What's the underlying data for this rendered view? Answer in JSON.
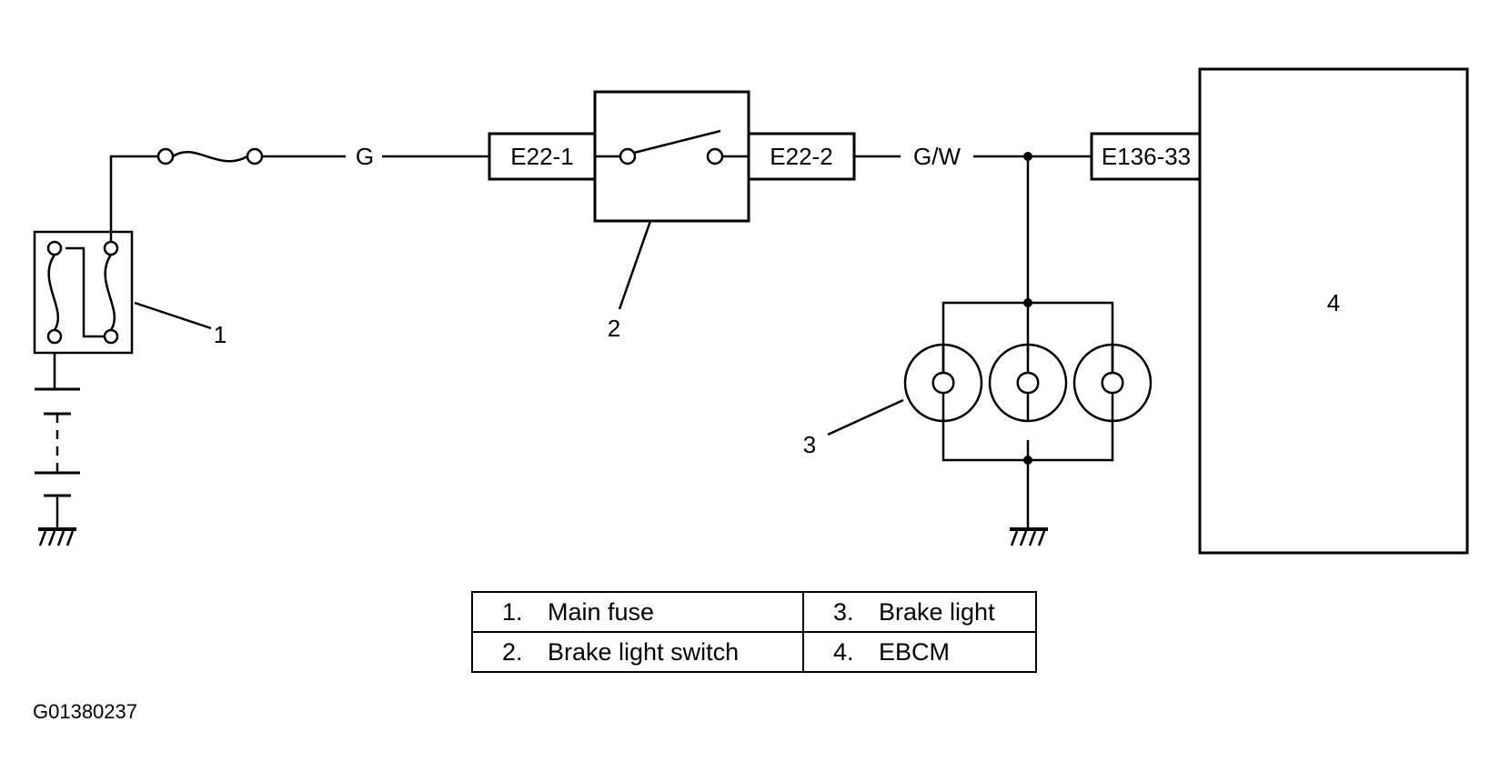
{
  "diagram": {
    "wire_labels": {
      "fuse_to_switch": "G",
      "switch_to_ebcm": "G/W"
    },
    "connectors": {
      "switch_in": "E22-1",
      "switch_out": "E22-2",
      "ebcm_pin": "E136-33"
    },
    "callouts": {
      "main_fuse": "1",
      "brake_light_switch": "2",
      "brake_light": "3",
      "ebcm": "4"
    }
  },
  "legend": {
    "rows": [
      {
        "left_num": "1.",
        "left_text": "Main fuse",
        "right_num": "3.",
        "right_text": "Brake light"
      },
      {
        "left_num": "2.",
        "left_text": "Brake light switch",
        "right_num": "4.",
        "right_text": "EBCM"
      }
    ]
  },
  "figure_id": "G01380237"
}
